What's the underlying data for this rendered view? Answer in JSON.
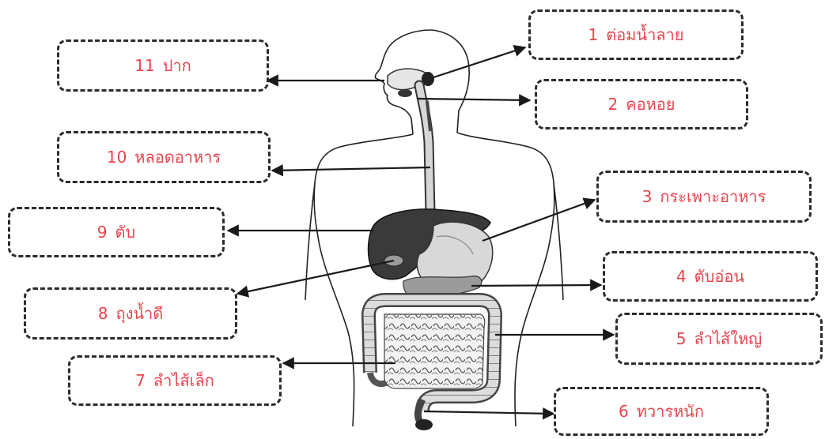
{
  "labels": [
    {
      "num": "1",
      "text": "ต่อมน้ำลาย"
    },
    {
      "num": "2",
      "text": "คอหอย"
    },
    {
      "num": "3",
      "text": "กระเพาะอาหาร"
    },
    {
      "num": "4",
      "text": "ตับอ่อน"
    },
    {
      "num": "5",
      "text": "ลำไส้ใหญ่"
    },
    {
      "num": "6",
      "text": "ทวารหนัก"
    },
    {
      "num": "7",
      "text": "ลำไส้เล็ก"
    },
    {
      "num": "8",
      "text": "ถุงน้ำดี"
    },
    {
      "num": "9",
      "text": "ตับ"
    },
    {
      "num": "10",
      "text": "หลอดอาหาร"
    },
    {
      "num": "11",
      "text": "ปาก"
    }
  ],
  "colors": {
    "label_text": "#e8454f",
    "box_border": "#2b2b2b",
    "arrow": "#1a1a1a",
    "liver": "#3a3a3a",
    "organ_light": "#d8d8d8"
  }
}
